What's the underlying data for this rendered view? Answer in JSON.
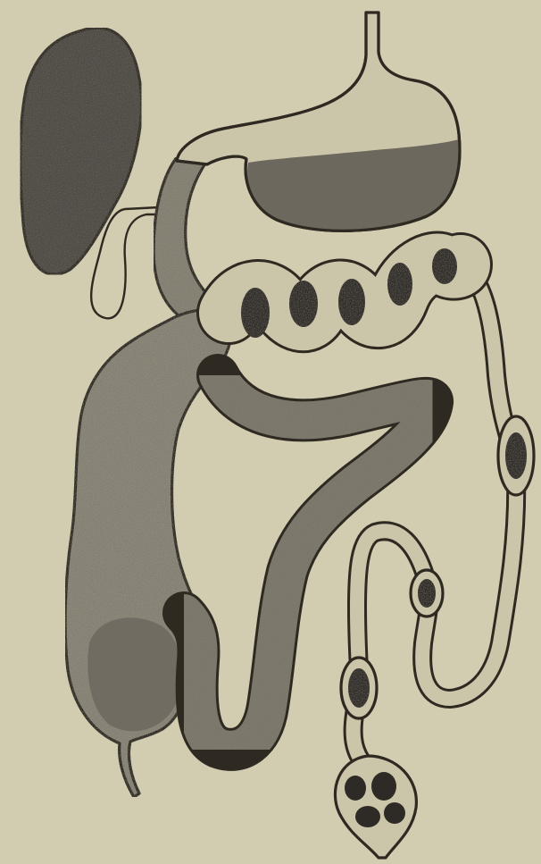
{
  "figure": {
    "caption": "",
    "colors": {
      "background": "#d2ccb0",
      "lumen_light": "#cbc5a9",
      "contents_dark": "#7d786b",
      "contents_darker": "#575248",
      "bolus": "#2e2a25",
      "outline": "#2e2a22"
    },
    "parts": [
      "dark-organ",
      "loop-duct",
      "upper-tube",
      "stomach-sac",
      "beaded-segment",
      "descending-tube",
      "right-loop",
      "terminal-bulb",
      "large-sac",
      "winding-tube"
    ]
  }
}
